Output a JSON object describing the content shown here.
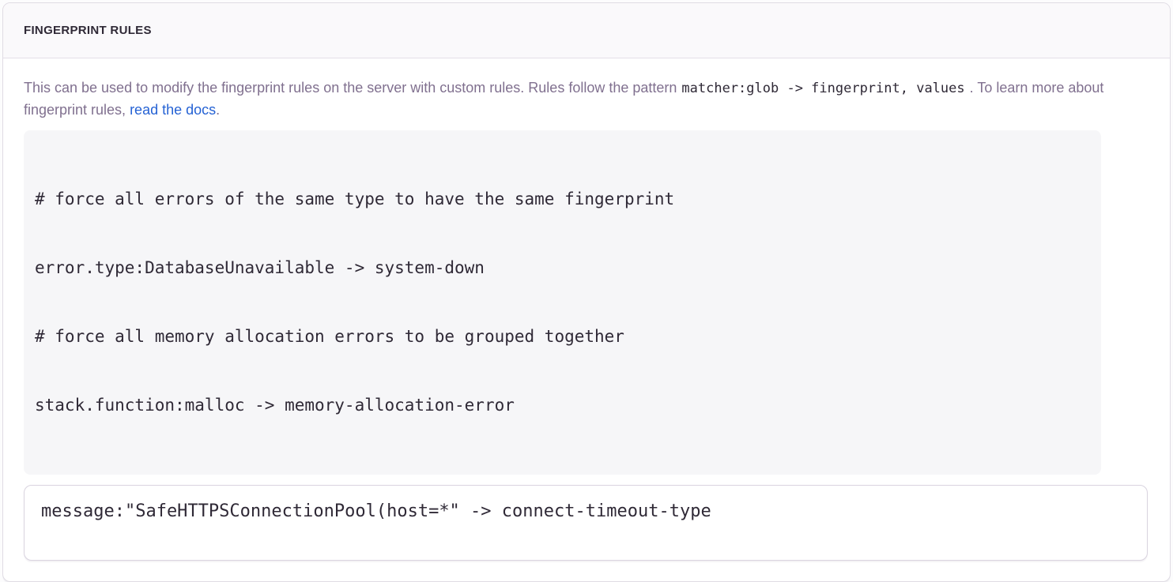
{
  "panel": {
    "title": "FINGERPRINT RULES",
    "description": {
      "text_before_code": "This can be used to modify the fingerprint rules on the server with custom rules. Rules follow the pattern",
      "inline_code": "matcher:glob -> fingerprint, values",
      "text_after_code": ". To learn more about fingerprint rules, ",
      "link_text": "read the docs",
      "text_after_link": "."
    },
    "example_block": {
      "lines": [
        "# force all errors of the same type to have the same fingerprint",
        "error.type:DatabaseUnavailable -> system-down",
        "# force all memory allocation errors to be grouped together",
        "stack.function:malloc -> memory-allocation-error"
      ]
    },
    "rules_input": {
      "value": "message:\"SafeHTTPSConnectionPool(host=*\" -> connect-timeout-type"
    },
    "colors": {
      "link": "#2562d4",
      "title": "#2f2936",
      "body_text": "#80708f",
      "code_text": "#2f2936",
      "code_block_bg": "#f6f6f8",
      "panel_border": "#e0dce4",
      "input_border": "#d9d3df"
    }
  }
}
